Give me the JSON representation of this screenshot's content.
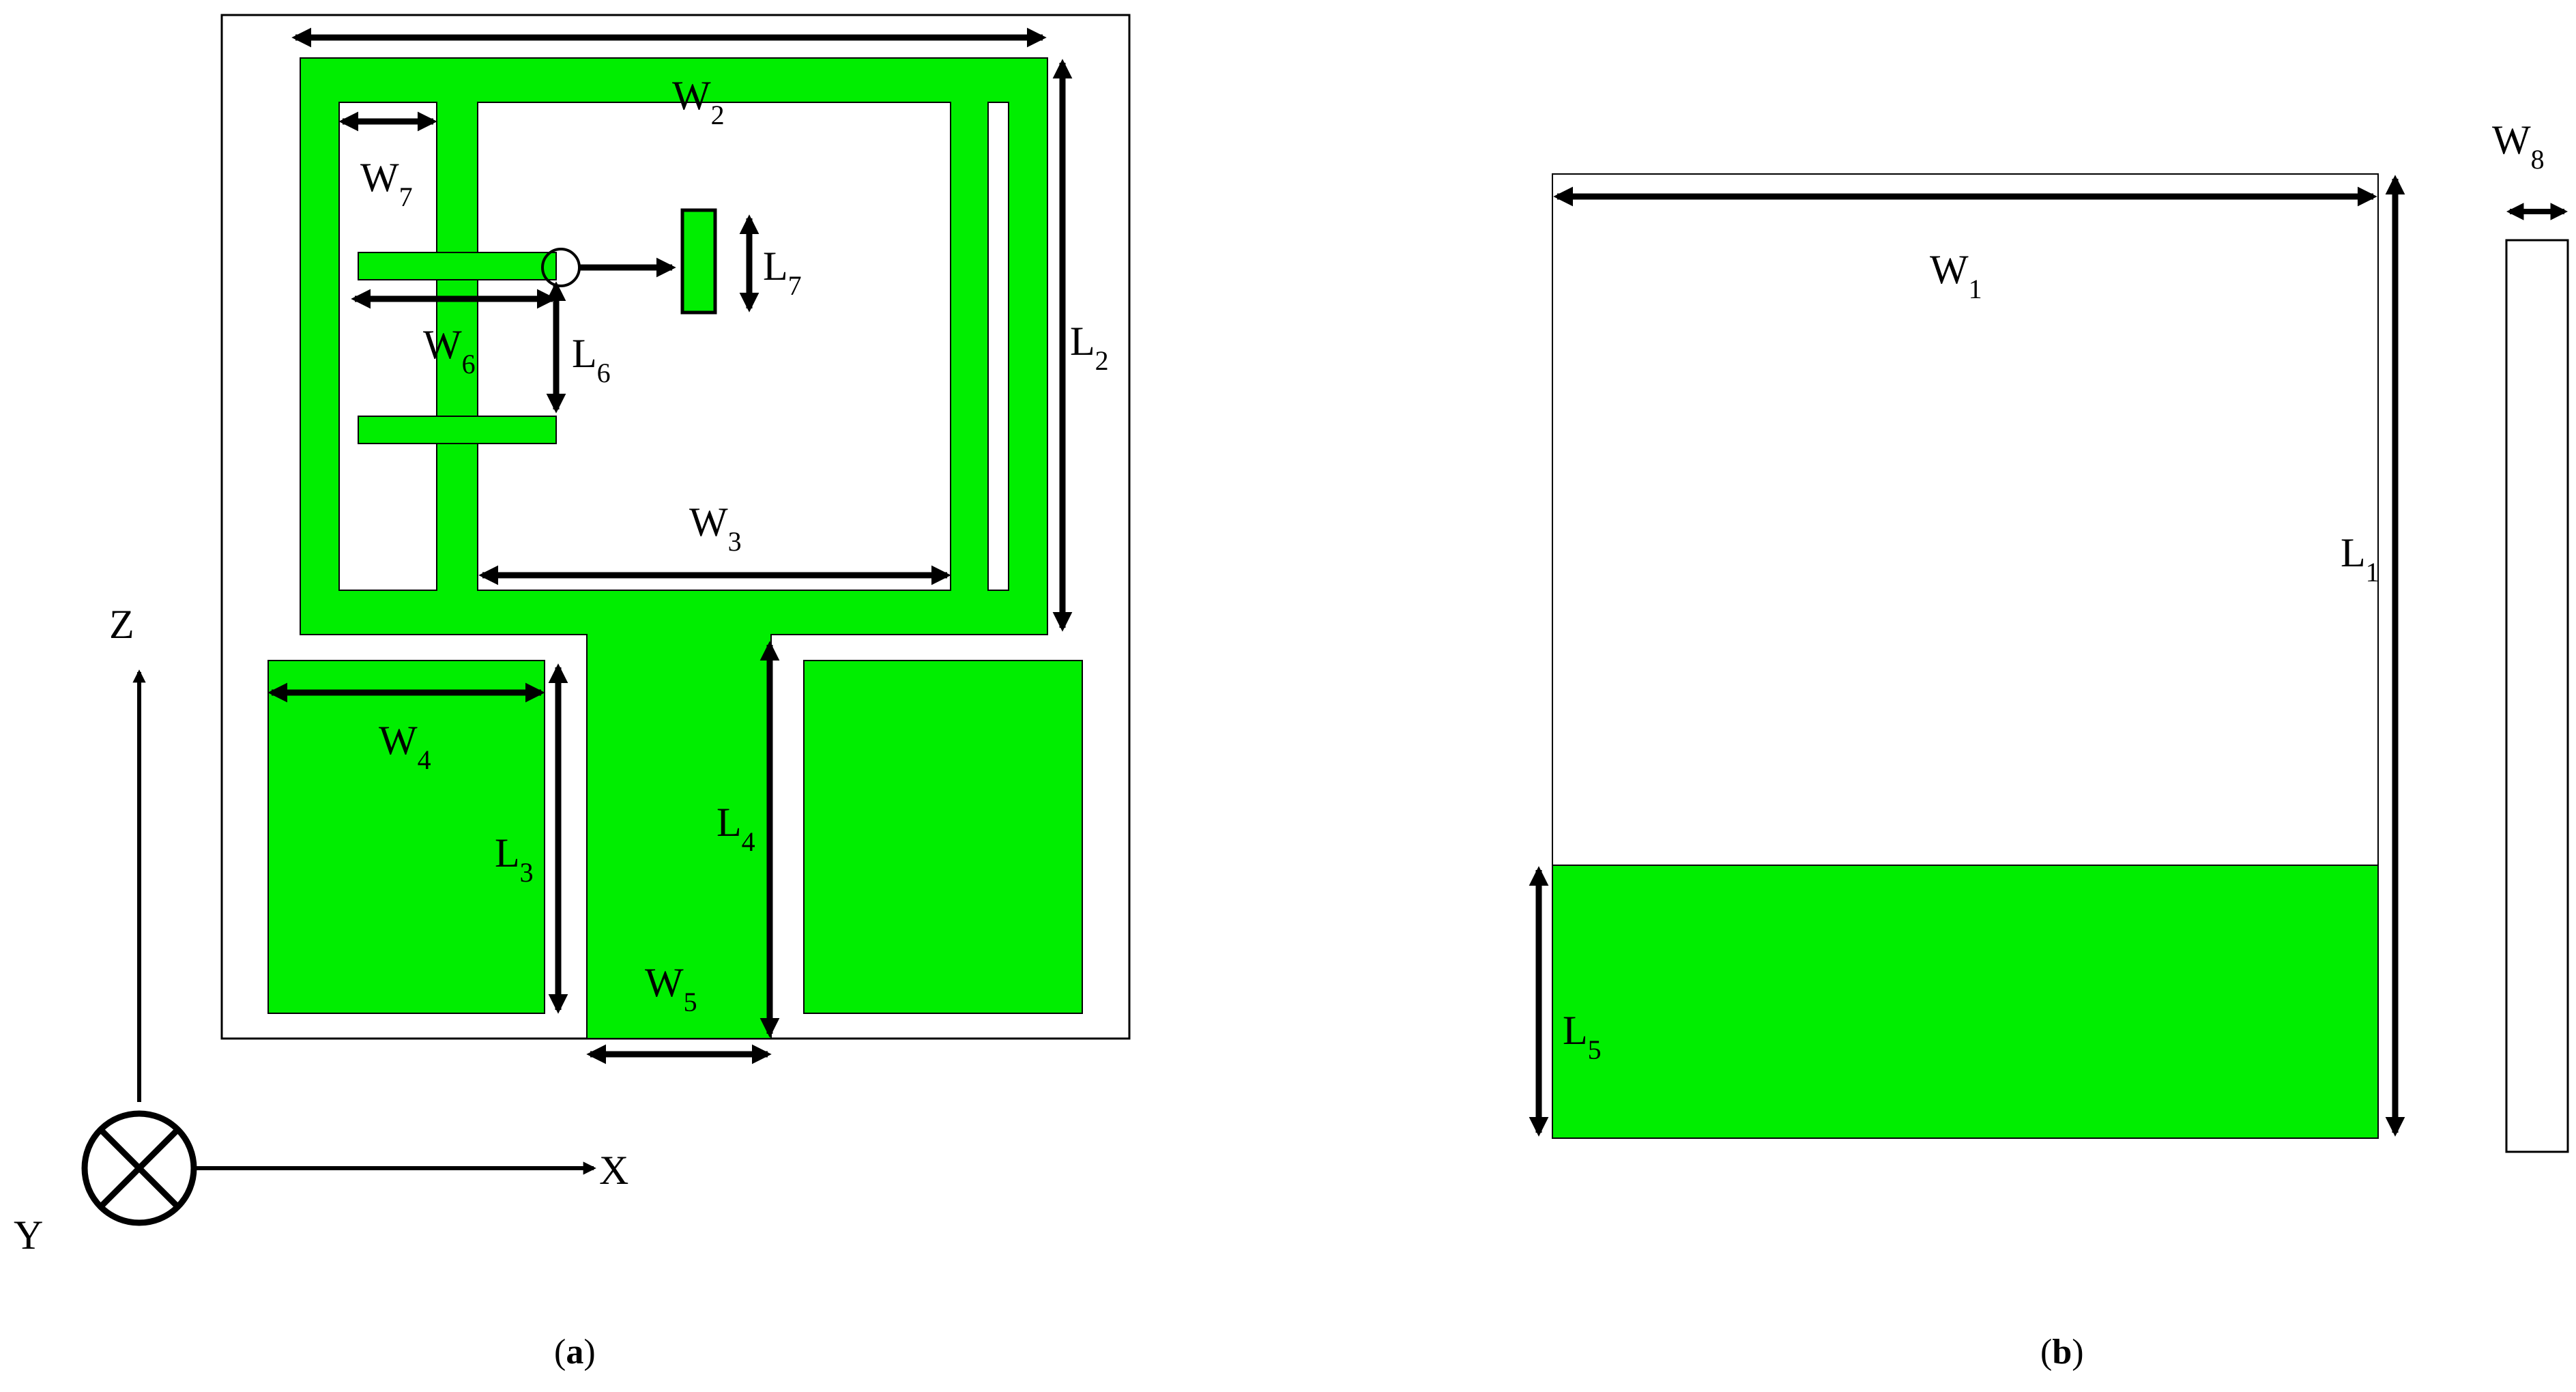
{
  "colors": {
    "conductor": "#00ee00",
    "outline": "#000000",
    "background": "#ffffff"
  },
  "panel_a": {
    "caption_open": "(",
    "caption_letter": "a",
    "caption_close": ")",
    "dims": {
      "W2": {
        "base": "W",
        "sub": "2"
      },
      "W7": {
        "base": "W",
        "sub": "7"
      },
      "W6": {
        "base": "W",
        "sub": "6"
      },
      "L6": {
        "base": "L",
        "sub": "6"
      },
      "L7": {
        "base": "L",
        "sub": "7"
      },
      "L2": {
        "base": "L",
        "sub": "2"
      },
      "W3": {
        "base": "W",
        "sub": "3"
      },
      "W4": {
        "base": "W",
        "sub": "4"
      },
      "L3": {
        "base": "L",
        "sub": "3"
      },
      "L4": {
        "base": "L",
        "sub": "4"
      },
      "W5": {
        "base": "W",
        "sub": "5"
      }
    },
    "axes": {
      "z": "Z",
      "x": "X",
      "y": "Y"
    }
  },
  "panel_b": {
    "caption_open": "(",
    "caption_letter": "b",
    "caption_close": ")",
    "dims": {
      "W1": {
        "base": "W",
        "sub": "1"
      },
      "L1": {
        "base": "L",
        "sub": "1"
      },
      "L5": {
        "base": "L",
        "sub": "5"
      },
      "W8": {
        "base": "W",
        "sub": "8"
      }
    }
  }
}
